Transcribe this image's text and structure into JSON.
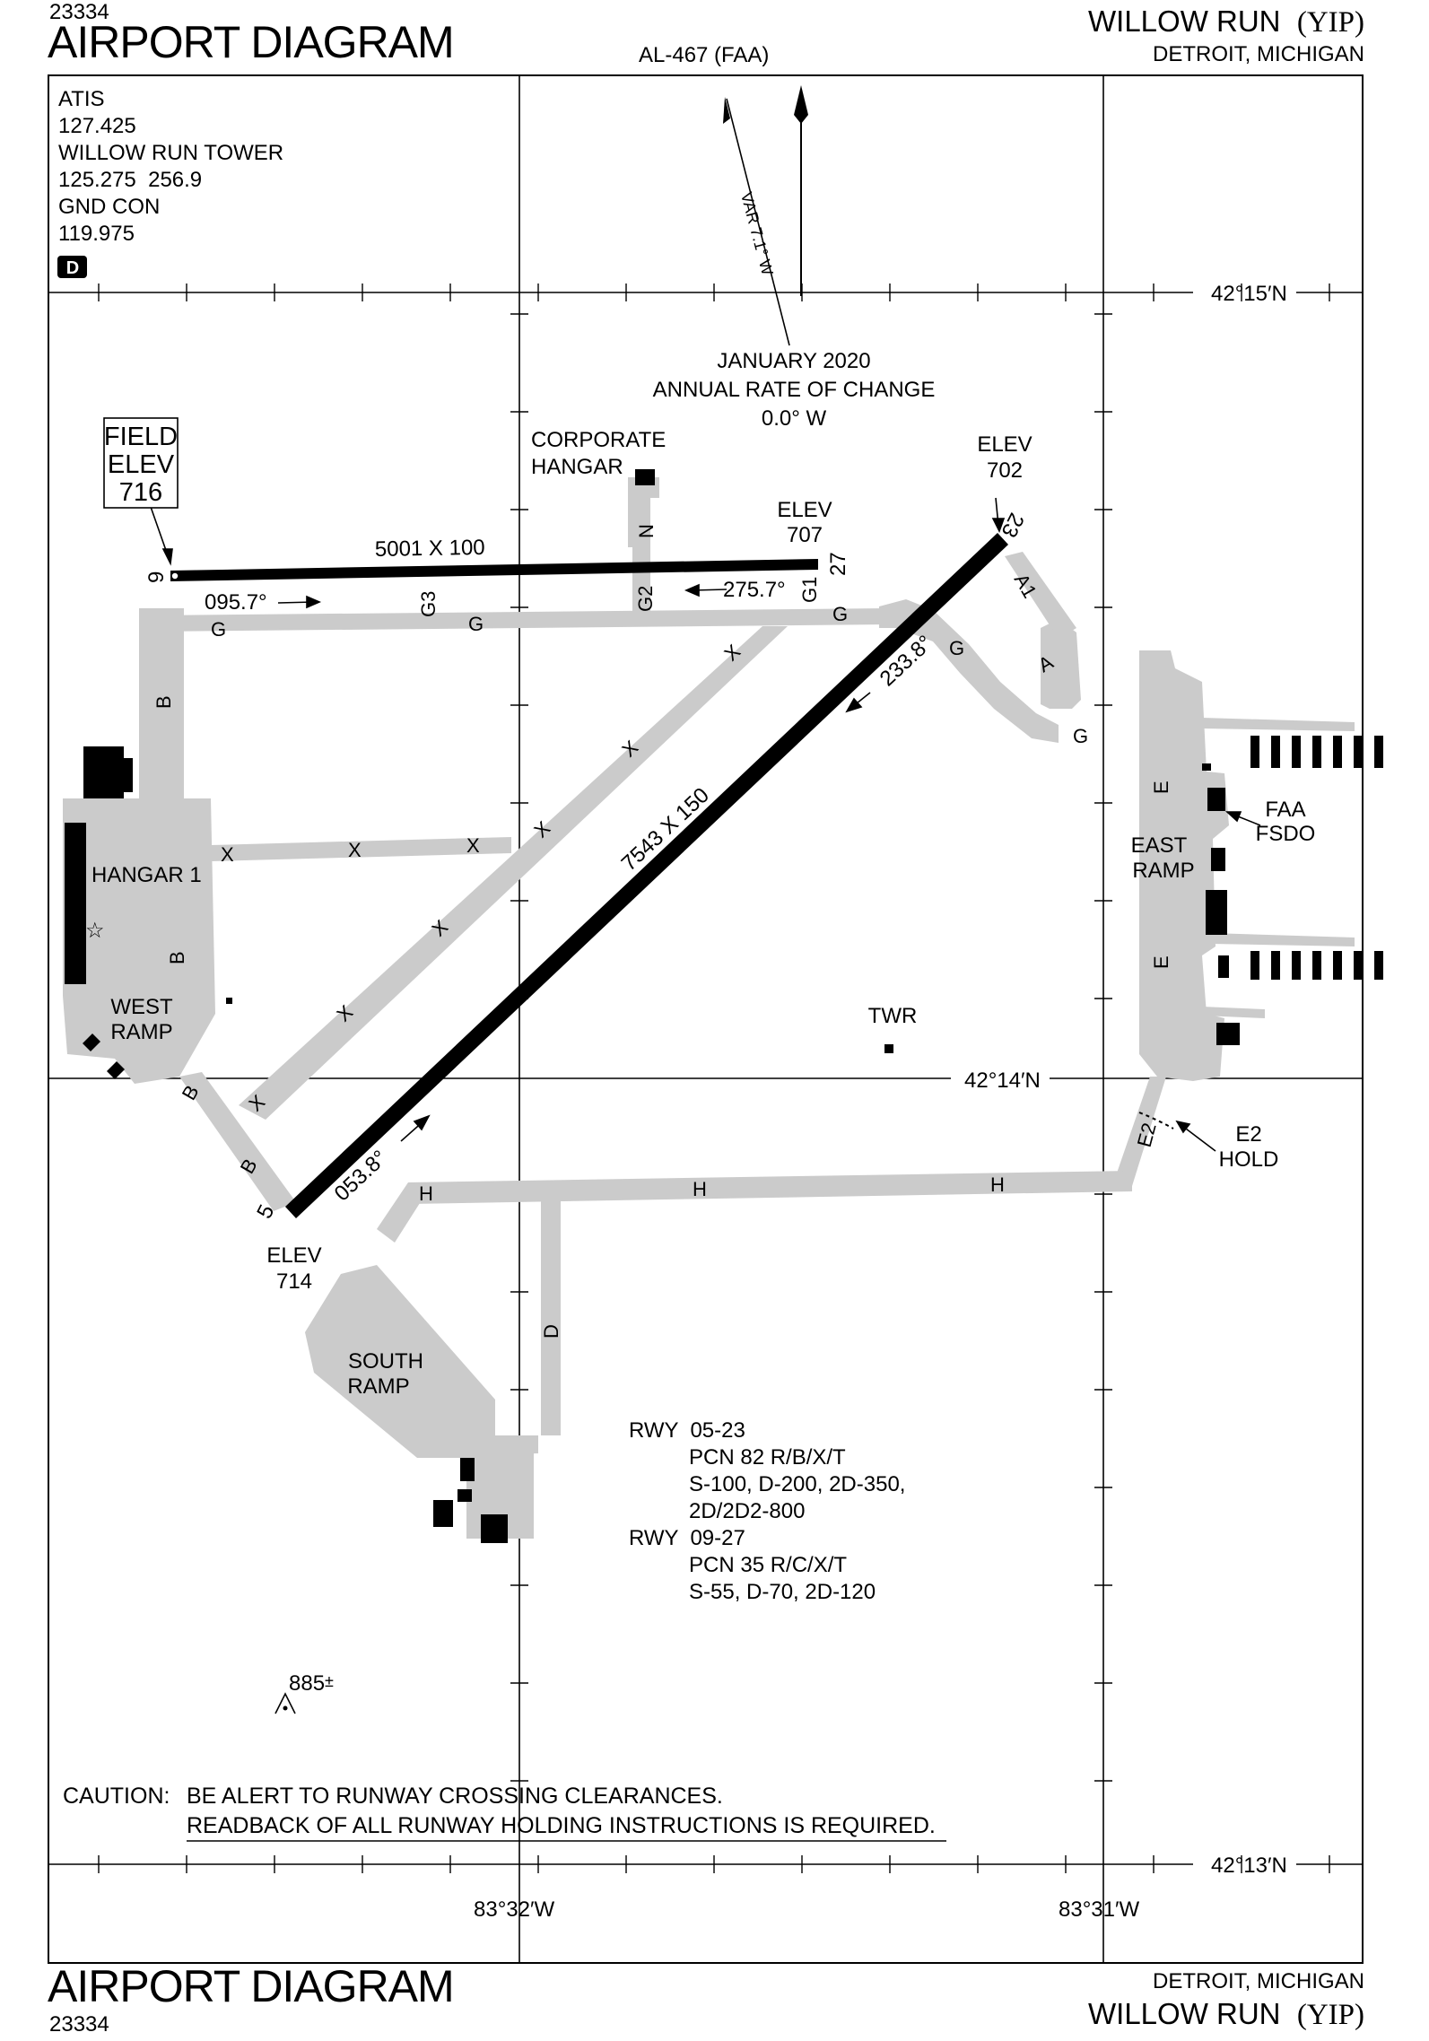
{
  "header": {
    "doc_number": "23334",
    "title": "AIRPORT DIAGRAM",
    "procedure_id": "AL-467 (FAA)",
    "airport_name": "WILLOW RUN",
    "airport_code": "(YIP)",
    "location": "DETROIT, MICHIGAN"
  },
  "footer": {
    "title": "AIRPORT DIAGRAM",
    "doc_number": "23334",
    "location": "DETROIT, MICHIGAN",
    "airport_name": "WILLOW RUN",
    "airport_code": "(YIP)"
  },
  "comms": {
    "atis_label": "ATIS",
    "atis_freq": "127.425",
    "tower_label": "WILLOW RUN TOWER",
    "tower_freq": "125.275  256.9",
    "gnd_label": "GND CON",
    "gnd_freq": "119.975",
    "badge": "D"
  },
  "magnetic": {
    "variation": "VAR 7.1° W",
    "date": "JANUARY 2020",
    "rate_label": "ANNUAL RATE OF CHANGE",
    "rate": "0.0° W"
  },
  "field_elev": {
    "line1": "FIELD",
    "line2": "ELEV",
    "value": "716"
  },
  "coordinates": {
    "lat_top": "42°15′N",
    "lat_mid": "42°14′N",
    "lat_bottom": "42°13′N",
    "lon_left": "83°32′W",
    "lon_right": "83°31′W"
  },
  "runways": {
    "rwy_9_27": {
      "dims": "5001 X 100",
      "end_west": "9",
      "end_east": "27",
      "hdg_east": "095.7°",
      "hdg_west": "275.7°",
      "elev_label": "ELEV",
      "elev_east": "707"
    },
    "rwy_5_23": {
      "dims": "7543 X 150",
      "end_sw": "5",
      "end_ne": "23",
      "hdg_ne": "053.8°",
      "hdg_sw": "233.8°",
      "elev_label": "ELEV",
      "elev_ne": "702",
      "elev_sw": "714"
    }
  },
  "taxiways": {
    "g": "G",
    "g1": "G1",
    "g2": "G2",
    "g3": "G3",
    "n": "N",
    "x": "X",
    "b": "B",
    "a": "A",
    "a1": "A1",
    "e": "E",
    "e2": "E2",
    "h": "H",
    "d": "D"
  },
  "areas": {
    "corporate_hangar_1": "CORPORATE",
    "corporate_hangar_2": "HANGAR",
    "hangar1": "HANGAR 1",
    "west_ramp_1": "WEST",
    "west_ramp_2": "RAMP",
    "east_ramp_1": "EAST",
    "east_ramp_2": "RAMP",
    "south_ramp_1": "SOUTH",
    "south_ramp_2": "RAMP",
    "faa_1": "FAA",
    "faa_2": "FSDO",
    "twr": "TWR",
    "e2_hold_1": "E2",
    "e2_hold_2": "HOLD"
  },
  "obstacle": "885",
  "obstacle_suffix": "±",
  "pcn": {
    "rwy1": "RWY  05-23",
    "rwy1_pcn": "PCN 82 R/B/X/T",
    "rwy1_w1": "S-100, D-200, 2D-350,",
    "rwy1_w2": "2D/2D2-800",
    "rwy2": "RWY  09-27",
    "rwy2_pcn": "PCN 35 R/C/X/T",
    "rwy2_w1": "S-55, D-70, 2D-120"
  },
  "caution": {
    "label": "CAUTION:",
    "line1": "BE ALERT TO RUNWAY CROSSING CLEARANCES.",
    "line2": "READBACK OF ALL RUNWAY HOLDING INSTRUCTIONS IS REQUIRED."
  },
  "colors": {
    "taxiway": "#cbcbcb",
    "runway": "#000000",
    "building": "#000000"
  }
}
